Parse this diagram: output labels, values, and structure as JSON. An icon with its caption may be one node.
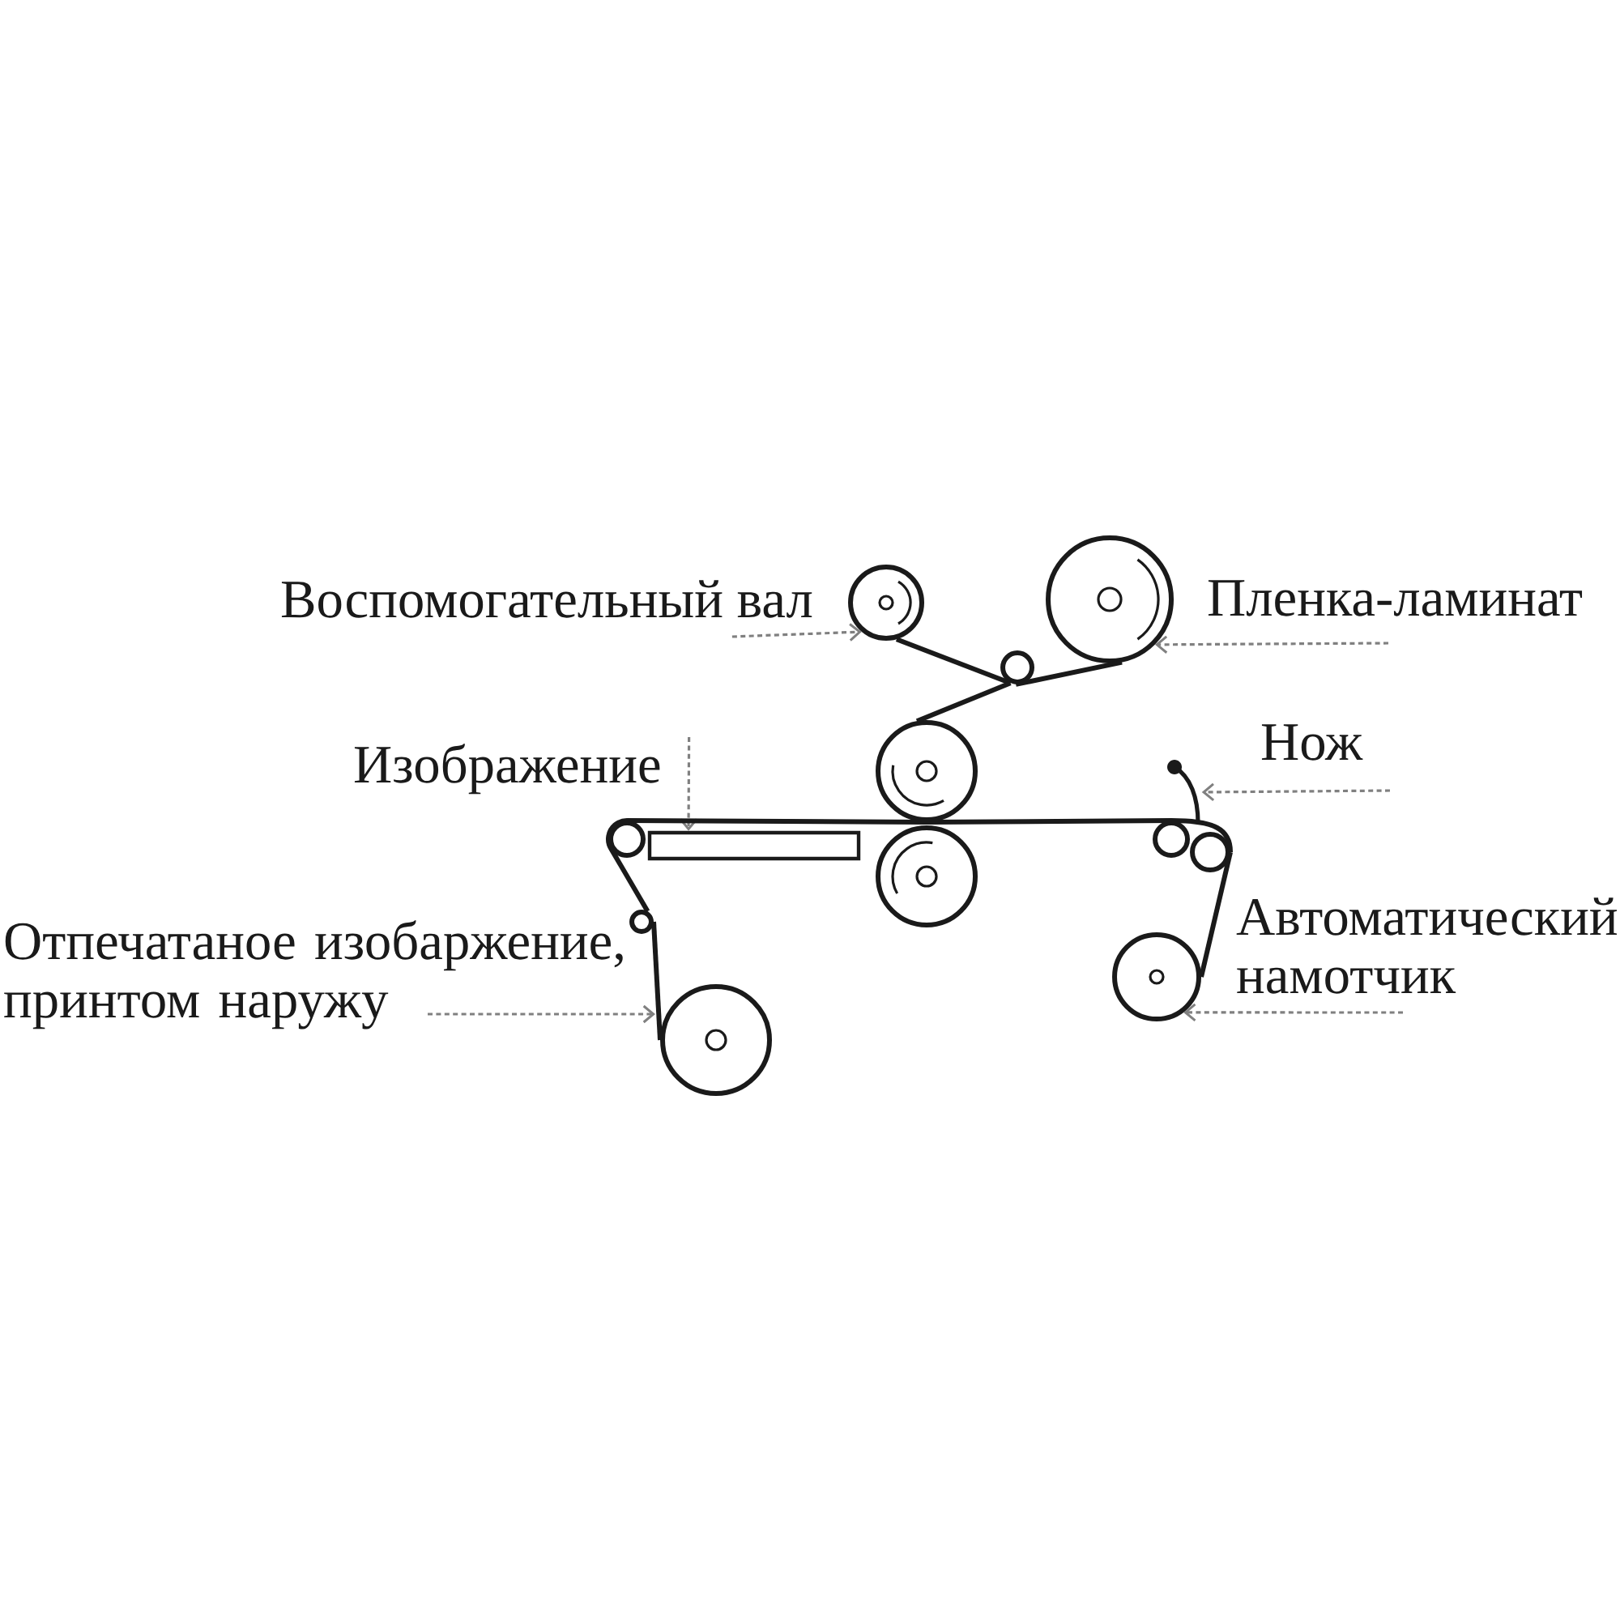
{
  "diagram": {
    "nodes": [
      {
        "text": [
          "Воспомогательный вал"
        ]
      },
      {
        "text": [],
        "shape": "circle"
      },
      {
        "text": [
          "Пленка-ламинат"
        ]
      },
      {
        "text": [],
        "shape": "circle"
      },
      {
        "text": [],
        "shape": "circle"
      },
      {
        "text": [
          "Изображение"
        ]
      },
      {
        "text": [],
        "shape": "circle"
      },
      {
        "text": [],
        "shape": "box"
      },
      {
        "text": [],
        "shape": "circle"
      },
      {
        "text": [],
        "shape": "circle"
      },
      {
        "text": [
          "Нож"
        ]
      },
      {
        "text": [],
        "shape": "picture"
      },
      {
        "text": [],
        "shape": "circle"
      },
      {
        "text": [],
        "shape": "circle"
      },
      {
        "text": [
          "Отпечатаное изобаржение, принтом наружу"
        ]
      },
      {
        "text": [],
        "shape": "circle"
      },
      {
        "text": [],
        "shape": "circle"
      },
      {
        "text": [
          "Автоматический намотчик"
        ]
      },
      {
        "text": [],
        "shape": "circle"
      }
    ],
    "edges": [
      {
        "from": 0,
        "to": 1,
        "arrow": "to",
        "style": "dashed",
        "color": "#808080"
      },
      {
        "from": 2,
        "to": 3,
        "arrow": "to",
        "style": "dashed",
        "color": "#808080"
      },
      {
        "from": 5,
        "to": 7,
        "arrow": "to",
        "style": "dashed",
        "color": "#808080"
      },
      {
        "from": 10,
        "to": 11,
        "arrow": "to",
        "style": "dashed",
        "color": "#808080"
      },
      {
        "from": 14,
        "to": 16,
        "arrow": "to",
        "style": "dashed",
        "color": "#808080"
      },
      {
        "from": 17,
        "to": 18,
        "arrow": "to",
        "style": "dashed",
        "color": "#808080"
      },
      {
        "from": 3,
        "to": 4,
        "arrow": "none"
      },
      {
        "from": 4,
        "to": 1,
        "arrow": "none"
      },
      {
        "from": 4,
        "to": 6,
        "arrow": "none"
      },
      {
        "from": 16,
        "to": 15,
        "arrow": "none"
      },
      {
        "from": 15,
        "to": 9,
        "arrow": "none"
      },
      {
        "from": 9,
        "to": 6,
        "arrow": "none"
      },
      {
        "from": 6,
        "to": 12,
        "arrow": "none"
      },
      {
        "from": 12,
        "to": 13,
        "arrow": "none"
      },
      {
        "from": 13,
        "to": 18,
        "arrow": "none"
      }
    ]
  }
}
